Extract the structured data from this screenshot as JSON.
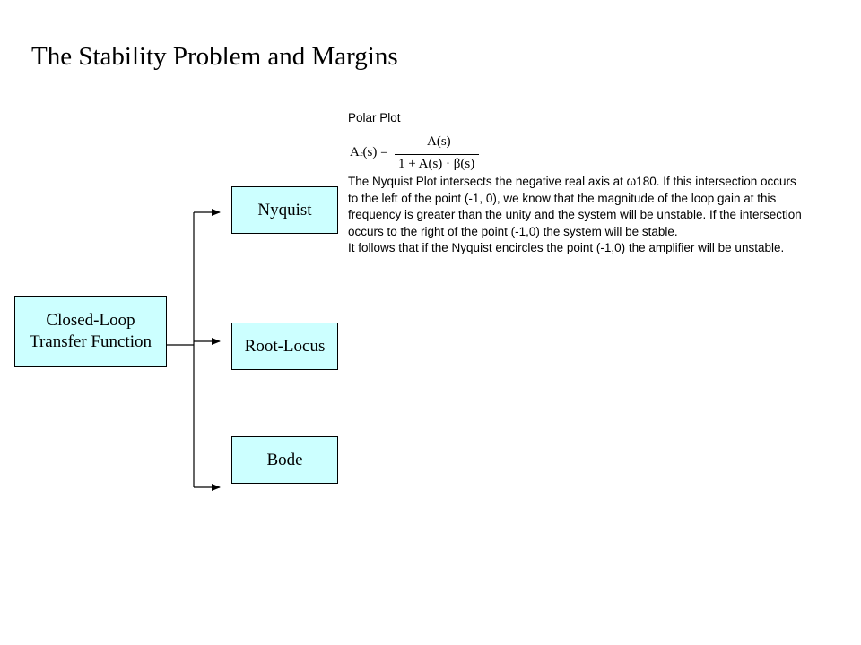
{
  "title": "The Stability Problem and Margins",
  "colors": {
    "box_fill": "#ccffff",
    "border": "#000000",
    "text": "#000000",
    "background": "#ffffff"
  },
  "boxes": {
    "closed_loop": {
      "line1": "Closed-Loop",
      "line2": "Transfer Function"
    },
    "nyquist": "Nyquist",
    "root_locus": "Root-Locus",
    "bode": "Bode"
  },
  "notes": {
    "heading": "Polar Plot",
    "formula": {
      "lhs_symbol": "A",
      "lhs_subscript": "f",
      "lhs_rest": "(s) =",
      "numerator": "A(s)",
      "denominator": "1 + A(s) · β(s)"
    },
    "lines": [
      "The Nyquist Plot intersects the negative real axis at  ω180. If this intersection occurs",
      "to the left of the point (-1, 0), we know that the magnitude of the loop gain at this",
      "frequency is greater than the unity and the system will be unstable.  If the intersection",
      "occurs to the right of the point (-1,0) the system will be stable.",
      "It follows that if the Nyquist encircles the point (-1,0) the amplifier will be unstable."
    ]
  }
}
